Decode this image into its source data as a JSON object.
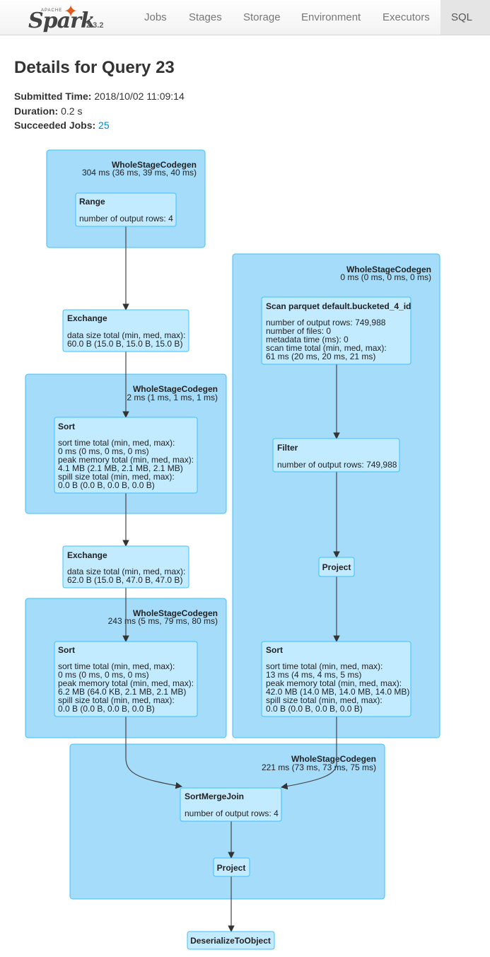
{
  "nav": {
    "brand_apache": "APACHE",
    "brand_spark": "Spark",
    "version": "2.3.2",
    "tabs": [
      {
        "label": "Jobs"
      },
      {
        "label": "Stages"
      },
      {
        "label": "Storage"
      },
      {
        "label": "Environment"
      },
      {
        "label": "Executors"
      },
      {
        "label": "SQL",
        "active": true
      }
    ]
  },
  "page": {
    "title": "Details for Query 23",
    "submitted_label": "Submitted Time:",
    "submitted_value": "2018/10/02 11:09:14",
    "duration_label": "Duration:",
    "duration_value": "0.2 s",
    "jobs_label": "Succeeded Jobs:",
    "jobs_value": "25"
  },
  "dag": {
    "clusters": [
      {
        "title": "WholeStageCodegen",
        "metric": "304 ms (36 ms, 39 ms, 40 ms)"
      },
      {
        "title": "WholeStageCodegen",
        "metric": "0 ms (0 ms, 0 ms, 0 ms)"
      },
      {
        "title": "WholeStageCodegen",
        "metric": "2 ms (1 ms, 1 ms, 1 ms)"
      },
      {
        "title": "WholeStageCodegen",
        "metric": "243 ms (5 ms, 79 ms, 80 ms)"
      },
      {
        "title": "WholeStageCodegen",
        "metric": "221 ms (73 ms, 73 ms, 75 ms)"
      }
    ],
    "nodes": [
      {
        "title": "Range",
        "lines": [
          "number of output rows: 4"
        ]
      },
      {
        "title": "Exchange",
        "lines": [
          "data size total (min, med, max):",
          "60.0 B (15.0 B, 15.0 B, 15.0 B)"
        ]
      },
      {
        "title": "Sort",
        "lines": [
          "sort time total (min, med, max):",
          "0 ms (0 ms, 0 ms, 0 ms)",
          "peak memory total (min, med, max):",
          "4.1 MB (2.1 MB, 2.1 MB, 2.1 MB)",
          "spill size total (min, med, max):",
          "0.0 B (0.0 B, 0.0 B, 0.0 B)"
        ]
      },
      {
        "title": "Exchange",
        "lines": [
          "data size total (min, med, max):",
          "62.0 B (15.0 B, 47.0 B, 47.0 B)"
        ]
      },
      {
        "title": "Sort",
        "lines": [
          "sort time total (min, med, max):",
          "0 ms (0 ms, 0 ms, 0 ms)",
          "peak memory total (min, med, max):",
          "6.2 MB (64.0 KB, 2.1 MB, 2.1 MB)",
          "spill size total (min, med, max):",
          "0.0 B (0.0 B, 0.0 B, 0.0 B)"
        ]
      },
      {
        "title": "Scan parquet default.bucketed_4_id",
        "lines": [
          "number of output rows: 749,988",
          "number of files: 0",
          "metadata time (ms): 0",
          "scan time total (min, med, max):",
          "61 ms (20 ms, 20 ms, 21 ms)"
        ]
      },
      {
        "title": "Filter",
        "lines": [
          "number of output rows: 749,988"
        ]
      },
      {
        "title": "Project",
        "lines": []
      },
      {
        "title": "Sort",
        "lines": [
          "sort time total (min, med, max):",
          "13 ms (4 ms, 4 ms, 5 ms)",
          "peak memory total (min, med, max):",
          "42.0 MB (14.0 MB, 14.0 MB, 14.0 MB)",
          "spill size total (min, med, max):",
          "0.0 B (0.0 B, 0.0 B, 0.0 B)"
        ]
      },
      {
        "title": "SortMergeJoin",
        "lines": [
          "number of output rows: 4"
        ]
      },
      {
        "title": "Project",
        "lines": []
      },
      {
        "title": "DeserializeToObject",
        "lines": []
      }
    ]
  }
}
